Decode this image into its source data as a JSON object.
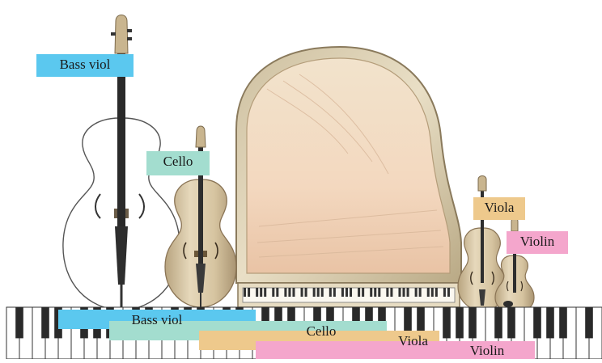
{
  "colors": {
    "bass_viol": "#5bc8ef",
    "cello": "#a3ddcf",
    "viola": "#eec98c",
    "violin": "#f4a6cc",
    "wood": "#d9c8a8",
    "wood_dark": "#9c8462",
    "piano_case": "#ddd0b4",
    "piano_inner": "#f4dcc3"
  },
  "instruments": {
    "bass_viol": {
      "label": "Bass viol",
      "range_label": "Bass viol"
    },
    "cello": {
      "label": "Cello",
      "range_label": "Cello"
    },
    "viola": {
      "label": "Viola",
      "range_label": "Viola"
    },
    "violin": {
      "label": "Violin",
      "range_label": "Violin"
    }
  },
  "keyboard": {
    "white_key_count": 46
  }
}
